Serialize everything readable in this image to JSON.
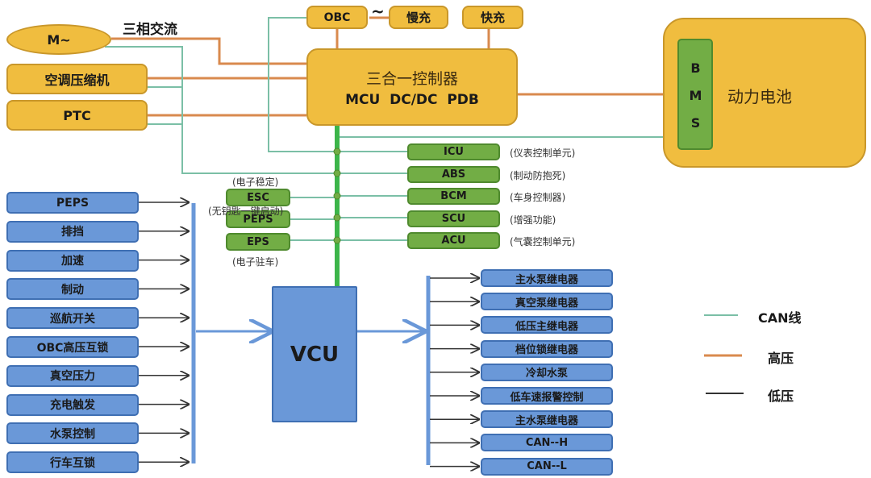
{
  "title_label": "三相交流",
  "tilde": "~",
  "motor": {
    "label": "M~"
  },
  "left_hv": [
    "空调压缩机",
    "PTC"
  ],
  "obc": {
    "label": "OBC"
  },
  "slow_charge": {
    "label": "慢充"
  },
  "fast_charge": {
    "label": "快充"
  },
  "controller": {
    "line1": "三合一控制器",
    "line2": "MCU  DC/DC  PDB"
  },
  "battery": {
    "label": "动力电池",
    "bms": "B M S"
  },
  "can_left_nodes": [
    {
      "label": "ESC",
      "note": "(电子稳定)"
    },
    {
      "label": "PEPS",
      "note": "(无钥匙一键启动)"
    },
    {
      "label": "EPS",
      "note": "(电子驻车)"
    }
  ],
  "can_right_nodes": [
    {
      "label": "ICU",
      "note": "(仪表控制单元)"
    },
    {
      "label": "ABS",
      "note": "(制动防抱死)"
    },
    {
      "label": "BCM",
      "note": "(车身控制器)"
    },
    {
      "label": "SCU",
      "note": "(增强功能)"
    },
    {
      "label": "ACU",
      "note": "(气囊控制单元)"
    }
  ],
  "vcu": {
    "label": "VCU"
  },
  "inputs": [
    "PEPS",
    "排挡",
    "加速",
    "制动",
    "巡航开关",
    "OBC高压互锁",
    "真空压力",
    "充电触发",
    "水泵控制",
    "行车互锁"
  ],
  "outputs": [
    "主水泵继电器",
    "真空泵继电器",
    "低压主继电器",
    "档位锁继电器",
    "冷却水泵",
    "低车速报警控制",
    "主水泵继电器",
    "CAN--H",
    "CAN--L"
  ],
  "legend": [
    {
      "label": "CAN线",
      "color": "#7bbfa6"
    },
    {
      "label": "高压",
      "color": "#d98a4e"
    },
    {
      "label": "低压",
      "color": "#333333"
    }
  ],
  "colors": {
    "can": "#7bbfa6",
    "hv": "#d98a4e",
    "lv": "#333333",
    "bus": "#3cb54a",
    "bluebus": "#6a98d8"
  }
}
